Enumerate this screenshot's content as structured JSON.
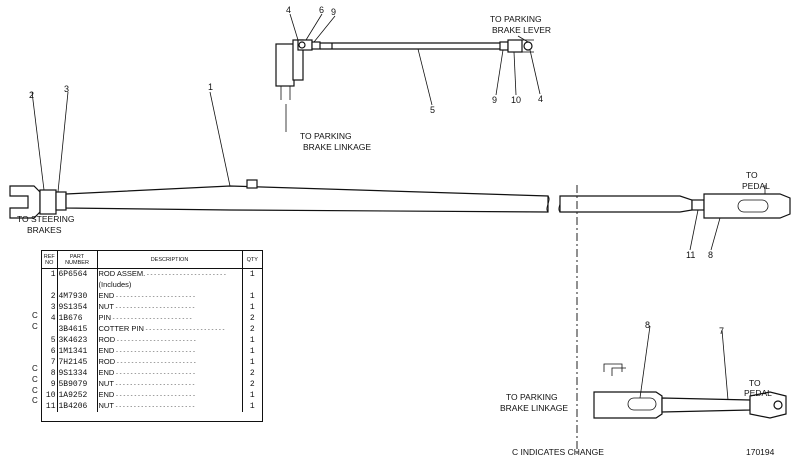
{
  "callouts": {
    "to_parking_brake_lever_1": "TO PARKING",
    "to_parking_brake_lever_2": "BRAKE LEVER",
    "to_parking_brake_linkage_1": "TO PARKING",
    "to_parking_brake_linkage_2": "BRAKE LINKAGE",
    "to_steering_brakes_1": "TO STEERING",
    "to_steering_brakes_2": "BRAKES",
    "to_pedal_top_1": "TO",
    "to_pedal_top_2": "PEDAL",
    "to_pedal_bottom_1": "TO",
    "to_pedal_bottom_2": "PEDAL",
    "to_parking_brake_linkage_b1": "TO PARKING",
    "to_parking_brake_linkage_b2": "BRAKE LINKAGE"
  },
  "ref_numbers": {
    "top_4a": "4",
    "top_6": "6",
    "top_9a": "9",
    "top_5": "5",
    "top_9b": "9",
    "top_10": "10",
    "top_4b": "4",
    "main_1": "1",
    "main_2": "2",
    "main_3": "3",
    "right_11": "11",
    "right_8": "8",
    "bottom_8": "8",
    "bottom_7": "7"
  },
  "footer": {
    "change_note": "C INDICATES CHANGE",
    "illustration_number": "170194"
  },
  "parts_table": {
    "headers": {
      "ref": "REF NO",
      "part": "PART NUMBER",
      "desc": "DESCRIPTION",
      "qty": "QTY"
    },
    "rows": [
      {
        "c": "",
        "ref": "1",
        "part": "6P6564",
        "desc": "ROD ASSEM.",
        "qty": "1"
      },
      {
        "c": "",
        "ref": "",
        "part": "",
        "desc": "(Includes)",
        "qty": ""
      },
      {
        "c": "",
        "ref": "2",
        "part": "4M7930",
        "desc": "END",
        "qty": "1"
      },
      {
        "c": "",
        "ref": "3",
        "part": "9S1354",
        "desc": "NUT",
        "qty": "1"
      },
      {
        "c": "C",
        "ref": "4",
        "part": "1B676",
        "desc": "PIN",
        "qty": "2"
      },
      {
        "c": "C",
        "ref": "",
        "part": "3B4615",
        "desc": "COTTER PIN",
        "qty": "2"
      },
      {
        "c": "",
        "ref": "5",
        "part": "3K4623",
        "desc": "ROD",
        "qty": "1"
      },
      {
        "c": "",
        "ref": "6",
        "part": "1M1341",
        "desc": "END",
        "qty": "1"
      },
      {
        "c": "",
        "ref": "7",
        "part": "7H2145",
        "desc": "ROD",
        "qty": "1"
      },
      {
        "c": "C",
        "ref": "8",
        "part": "9S1334",
        "desc": "END",
        "qty": "2"
      },
      {
        "c": "C",
        "ref": "9",
        "part": "5B9079",
        "desc": "NUT",
        "qty": "2"
      },
      {
        "c": "C",
        "ref": "10",
        "part": "1A9252",
        "desc": "END",
        "qty": "1"
      },
      {
        "c": "C",
        "ref": "11",
        "part": "1B4206",
        "desc": "NUT",
        "qty": "1"
      }
    ]
  }
}
